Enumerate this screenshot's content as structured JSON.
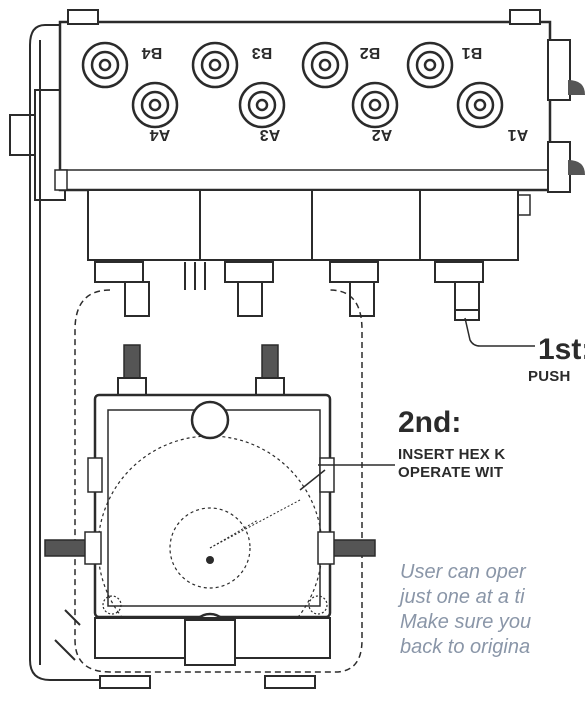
{
  "ports": {
    "b_labels": [
      "B4",
      "B3",
      "B2",
      "B1"
    ],
    "a_labels": [
      "A4",
      "A3",
      "A2",
      "A1"
    ]
  },
  "step1": {
    "title": "1st:",
    "instruction": "PUSH"
  },
  "step2": {
    "title": "2nd:",
    "line1": "INSERT HEX K",
    "line2": "OPERATE WIT"
  },
  "note": {
    "lines": [
      "User can oper",
      "just one at a ti",
      "Make sure you",
      "back to origina"
    ]
  },
  "colors": {
    "ink": "#2b2b2b",
    "note_text": "#8a96a8",
    "fitting": "#555555",
    "paper": "#ffffff"
  },
  "icons": [
    "hex-key-icon",
    "port-fitting-icon",
    "solenoid-pin-icon"
  ]
}
